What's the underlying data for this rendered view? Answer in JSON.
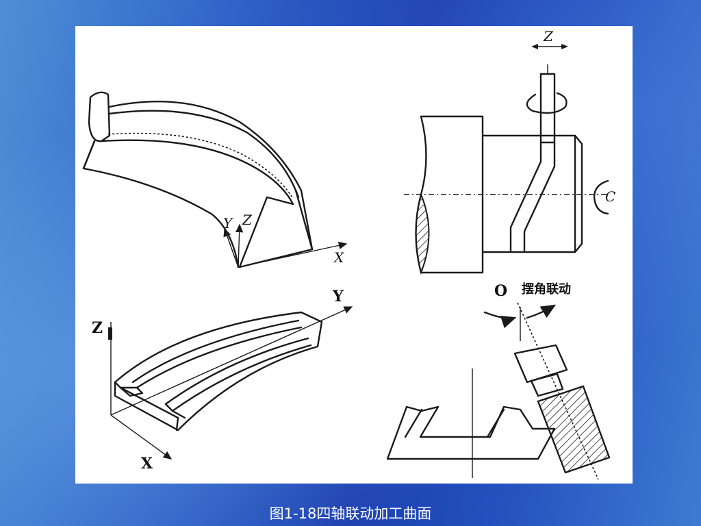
{
  "caption": "图1-18四轴联动加工曲面",
  "diagram_labels": {
    "top_left": {
      "y": "Y",
      "z": "Z",
      "x": "X"
    },
    "top_right": {
      "z": "Z",
      "c": "C"
    },
    "bottom_left": {
      "y": "Y",
      "z": "Z",
      "x": "X"
    },
    "bottom_right": {
      "o": "O",
      "swing_note": "摆角联动"
    }
  },
  "colors": {
    "panel": "#ffffff",
    "line": "#1a1a1a",
    "caption_text": "#ffffff"
  }
}
